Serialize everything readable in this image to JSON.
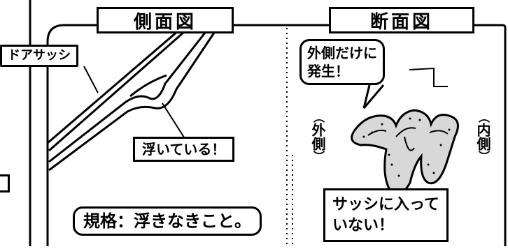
{
  "side_view": {
    "title": "側面図",
    "label_door_sash": "ドアサッシ",
    "label_floating": "浮いている！",
    "label_standard": "規格：浮きなきこと。"
  },
  "cross_section": {
    "title": "断面図",
    "callout_line1": "外側だけに",
    "callout_line2": "発生！",
    "label_outside": "外側",
    "label_inside": "内側",
    "note_line1": "サッシに入って",
    "note_line2": "いない！"
  },
  "colors": {
    "ink": "#000000",
    "paper": "#ffffff"
  }
}
